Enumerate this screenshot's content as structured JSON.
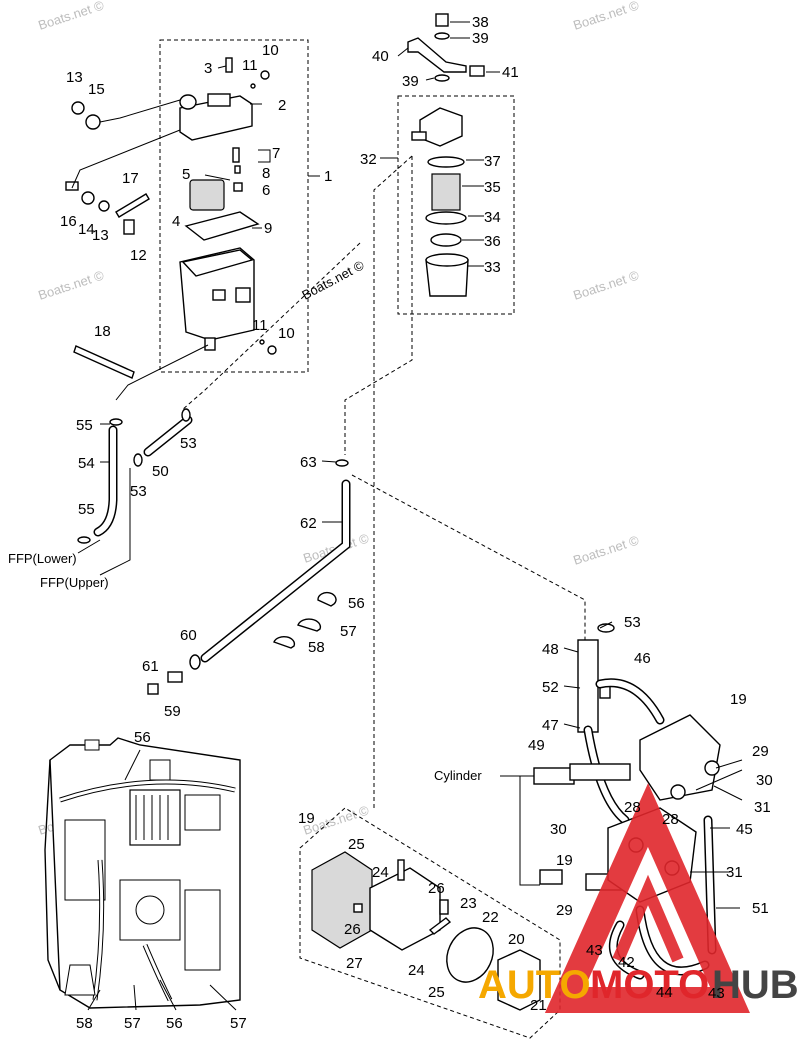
{
  "watermark_text": "Boats.net ©",
  "labels": {
    "ffp_lower": "FFP(Lower)",
    "ffp_upper": "FFP(Upper)",
    "cylinder": "Cylinder"
  },
  "logo": {
    "text_auto": "AUTO",
    "text_moto": "MOTO",
    "text_hub": "HUB",
    "color": "#e0262b"
  },
  "part_numbers": {
    "n1": "1",
    "n2": "2",
    "n3": "3",
    "n4": "4",
    "n5": "5",
    "n6": "6",
    "n7": "7",
    "n8": "8",
    "n9": "9",
    "n10a": "10",
    "n11a": "11",
    "n10b": "10",
    "n11b": "11",
    "n12": "12",
    "n13a": "13",
    "n13b": "13",
    "n14": "14",
    "n15": "15",
    "n16": "16",
    "n17": "17",
    "n18": "18",
    "n19a": "19",
    "n19b": "19",
    "n19c": "19",
    "n20": "20",
    "n21": "21",
    "n22": "22",
    "n23": "23",
    "n24a": "24",
    "n24b": "24",
    "n25a": "25",
    "n25b": "25",
    "n26a": "26",
    "n26b": "26",
    "n27": "27",
    "n28a": "28",
    "n28b": "28",
    "n29a": "29",
    "n29b": "29",
    "n30a": "30",
    "n30b": "30",
    "n31a": "31",
    "n31b": "31",
    "n32": "32",
    "n33": "33",
    "n34": "34",
    "n35": "35",
    "n36": "36",
    "n37": "37",
    "n38": "38",
    "n39a": "39",
    "n39b": "39",
    "n40": "40",
    "n41": "41",
    "n42": "42",
    "n43a": "43",
    "n43b": "43",
    "n44": "44",
    "n45": "45",
    "n46": "46",
    "n47": "47",
    "n48": "48",
    "n49": "49",
    "n50": "50",
    "n51": "51",
    "n52": "52",
    "n53a": "53",
    "n53b": "53",
    "n53c": "53",
    "n54": "54",
    "n55a": "55",
    "n55b": "55",
    "n56a": "56",
    "n56b": "56",
    "n56c": "56",
    "n57a": "57",
    "n57b": "57",
    "n57c": "57",
    "n58a": "58",
    "n58b": "58",
    "n59": "59",
    "n60": "60",
    "n61": "61",
    "n62": "62",
    "n63": "63"
  }
}
